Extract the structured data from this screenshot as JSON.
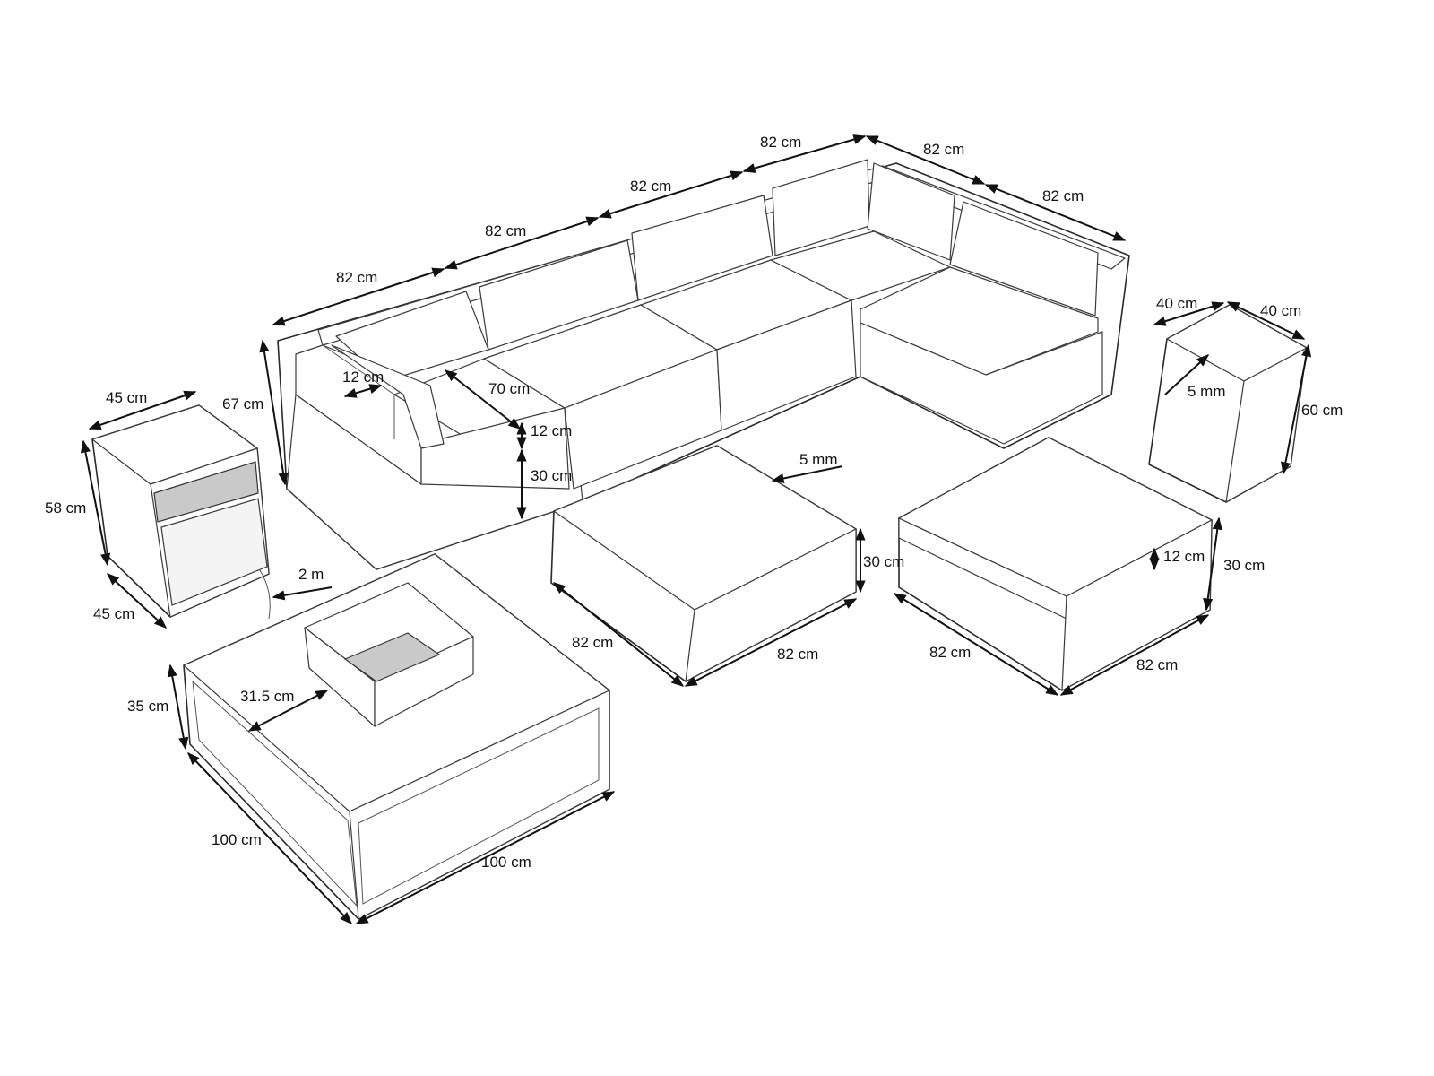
{
  "dimensions": {
    "sofa_back_1": "82 cm",
    "sofa_back_2": "82 cm",
    "sofa_back_3": "82 cm",
    "sofa_back_4": "82 cm",
    "sofa_side_1": "82 cm",
    "sofa_side_2": "82 cm",
    "sofa_height": "67 cm",
    "armrest_width": "12 cm",
    "seat_depth": "70 cm",
    "cushion_thickness": "12 cm",
    "seat_base_height": "30 cm",
    "side_cabinet_top_width": "45 cm",
    "side_cabinet_height": "58 cm",
    "side_cabinet_depth": "45 cm",
    "gas_hose_length": "2 m",
    "side_table_width": "40 cm",
    "side_table_depth": "40 cm",
    "side_table_height": "60 cm",
    "side_table_glass": "5 mm",
    "ottoman_glass": "5 mm",
    "ottoman_height": "30 cm",
    "ottoman_width": "82 cm",
    "ottoman_depth": "82 cm",
    "pouf_cushion": "12 cm",
    "pouf_height": "30 cm",
    "pouf_width": "82 cm",
    "pouf_depth": "82 cm",
    "firepit_height": "35 cm",
    "burner_size": "31.5 cm",
    "firepit_width": "100 cm",
    "firepit_depth": "100 cm"
  }
}
